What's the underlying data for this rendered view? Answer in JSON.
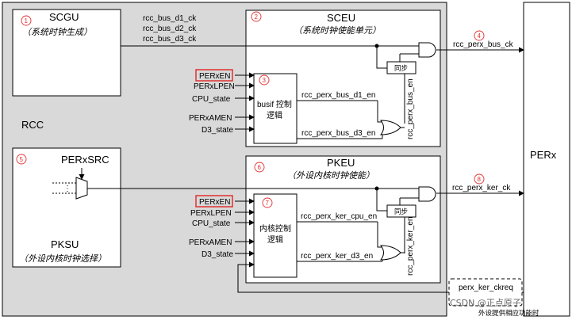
{
  "rcc_label": "RCC",
  "perx_label": "PERx",
  "scgu": {
    "title": "SCGU",
    "subtitle": "（系统时钟生成）",
    "num": "1"
  },
  "sceu": {
    "title": "SCEU",
    "subtitle": "（系统时钟使能单元）",
    "num": "2"
  },
  "pkeu": {
    "title": "PKEU",
    "subtitle": "（外设内核时钟使能）",
    "num": "6"
  },
  "pksu": {
    "title": "PKSU",
    "subtitle": "（外设内核时钟选择）",
    "num": "5",
    "src": "PERxSRC"
  },
  "bus_clocks": [
    "rcc_bus_d1_ck",
    "rcc_bus_d2_ck",
    "rcc_bus_d3_ck"
  ],
  "busif": {
    "line1": "busif 控制",
    "line2": "逻辑",
    "num": "3"
  },
  "kernel": {
    "line1": "内核控制",
    "line2": "逻辑",
    "num": "7"
  },
  "sceu_inputs": [
    "PERxEN",
    "PERxLPEN",
    "CPU_state",
    "PERxAMEN",
    "D3_state"
  ],
  "pkeu_inputs": [
    "PERxEN",
    "PERxLPEN",
    "CPU_state",
    "PERxAMEN",
    "D3_state"
  ],
  "sync_label": "同步",
  "bus_signals": {
    "d1": "rcc_perx_bus_d1_en",
    "d3": "rcc_perx_bus_d3_en",
    "en": "rcc_perx_bus_en"
  },
  "ker_signals": {
    "cpu": "rcc_perx_ker_cpu_en",
    "d3": "rcc_perx_ker_d3_en",
    "en": "rcc_perx_ker_en"
  },
  "outputs": {
    "bus_ck": "rcc_perx_bus_ck",
    "bus_num": "4",
    "ker_ck": "rcc_perx_ker_ck",
    "ker_num": "8"
  },
  "ckreq": "perx_ker_ckreq",
  "ckreq_note": "外设提供相应功能时",
  "watermark": "CSDN @正点原子"
}
